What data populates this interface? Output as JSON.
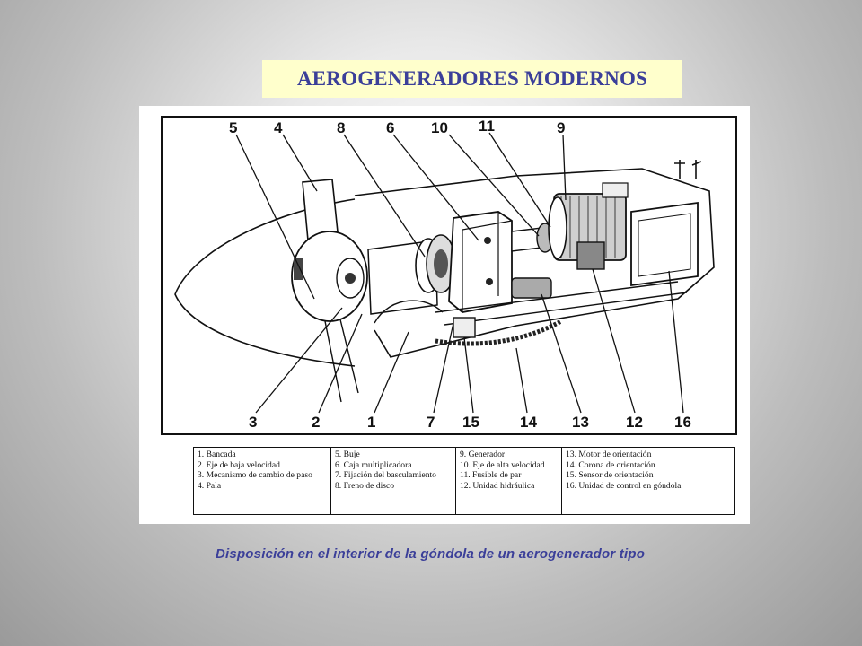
{
  "title": "AEROGENERADORES MODERNOS",
  "caption": "Disposición en el interior de la góndola de un aerogenerador tipo",
  "diagram": {
    "callouts": [
      "5",
      "4",
      "8",
      "6",
      "10",
      "11",
      "9",
      "3",
      "2",
      "1",
      "7",
      "15",
      "14",
      "13",
      "12",
      "16"
    ]
  },
  "legend": {
    "columns": [
      [
        "1. Bancada",
        "2. Eje de baja velocidad",
        "3. Mecanismo de cambio de paso",
        "4. Pala"
      ],
      [
        "5. Buje",
        "6. Caja multiplicadora",
        "7. Fijación del basculamiento",
        "8. Freno de disco"
      ],
      [
        "9. Generador",
        "10. Eje de alta velocidad",
        "11. Fusible de par",
        "12. Unidad hidráulica"
      ],
      [
        "13. Motor de orientación",
        "14. Corona de orientación",
        "15. Sensor de orientación",
        "16. Unidad de control en góndola"
      ]
    ]
  }
}
